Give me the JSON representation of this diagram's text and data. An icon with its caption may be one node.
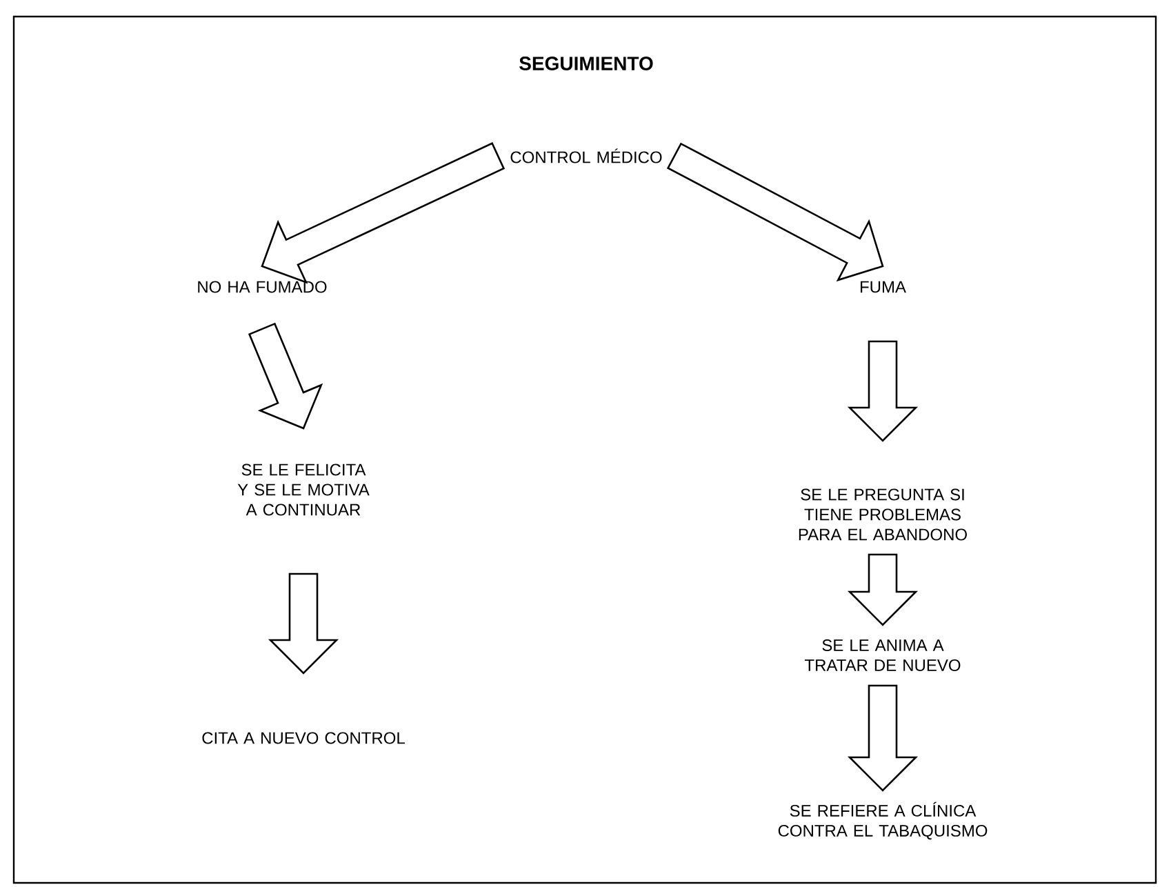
{
  "diagram": {
    "title": "SEGUIMIENTO",
    "nodes": [
      {
        "text": [
          "CONTROL MÉDICO"
        ]
      },
      {
        "text": [
          "NO HA FUMADO"
        ]
      },
      {
        "text": [
          "FUMA"
        ]
      },
      {
        "text": [
          "SE LE FELICITA Y SE LE MOTIVA A CONTINUAR"
        ]
      },
      {
        "text": [
          "CITA A NUEVO CONTROL"
        ]
      },
      {
        "text": [
          "SE LE PREGUNTA SI TIENE PROBLEMAS PARA EL ABANDONO"
        ]
      },
      {
        "text": [
          "SE LE ANIMA A TRATAR DE NUEVO"
        ]
      },
      {
        "text": [
          "SE REFIERE A CLÍNICA CONTRA EL TABAQUISMO"
        ]
      }
    ],
    "edges": [
      {
        "from": 0,
        "to": 1,
        "arrow": "to"
      },
      {
        "from": 0,
        "to": 2,
        "arrow": "to"
      },
      {
        "from": 1,
        "to": 3,
        "arrow": "to"
      },
      {
        "from": 3,
        "to": 4,
        "arrow": "to"
      },
      {
        "from": 2,
        "to": 5,
        "arrow": "to"
      },
      {
        "from": 5,
        "to": 6,
        "arrow": "to"
      },
      {
        "from": 6,
        "to": 7,
        "arrow": "to"
      }
    ]
  }
}
